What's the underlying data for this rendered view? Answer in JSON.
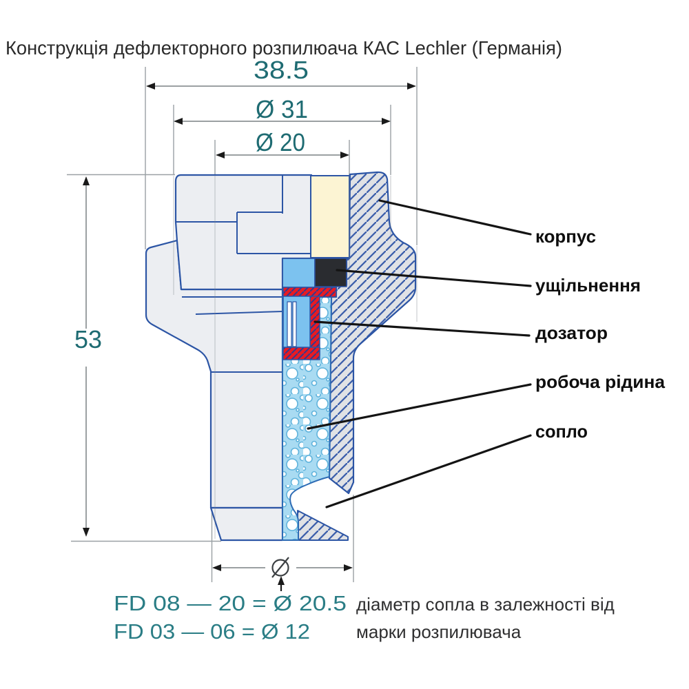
{
  "title": "Конструкція дефлекторного розпилюача КАС Lechler (Германія)",
  "dimensions": {
    "total_width": "38.5",
    "outer_diameter": "Ø 31",
    "inner_diameter": "Ø 20",
    "total_height": "53"
  },
  "part_labels": {
    "body": "корпус",
    "seal": "ущільнення",
    "doser": "дозатор",
    "working_liquid": "робоча рідина",
    "nozzle": "сопло"
  },
  "nozzle_note": {
    "spec_line1": "FD 08 — 20 = Ø 20.5",
    "spec_line2": "FD 03 — 06 = Ø 12",
    "desc_line1": "діаметр сопла в залежності від",
    "desc_line2": "марки розпилювача"
  },
  "colors": {
    "dimension_teal": "#1e6b72",
    "spec_teal": "#2a7d85",
    "outline_blue": "#2c55a5",
    "liquid_blue": "#a9dbf2",
    "component_blue": "#7cc2ef",
    "doser_red": "#e81b22",
    "seal_black": "#2a2c30",
    "cream": "#fcf4d3",
    "body_gray": "#eceef2",
    "hatch_gray": "#e0e2e5"
  }
}
